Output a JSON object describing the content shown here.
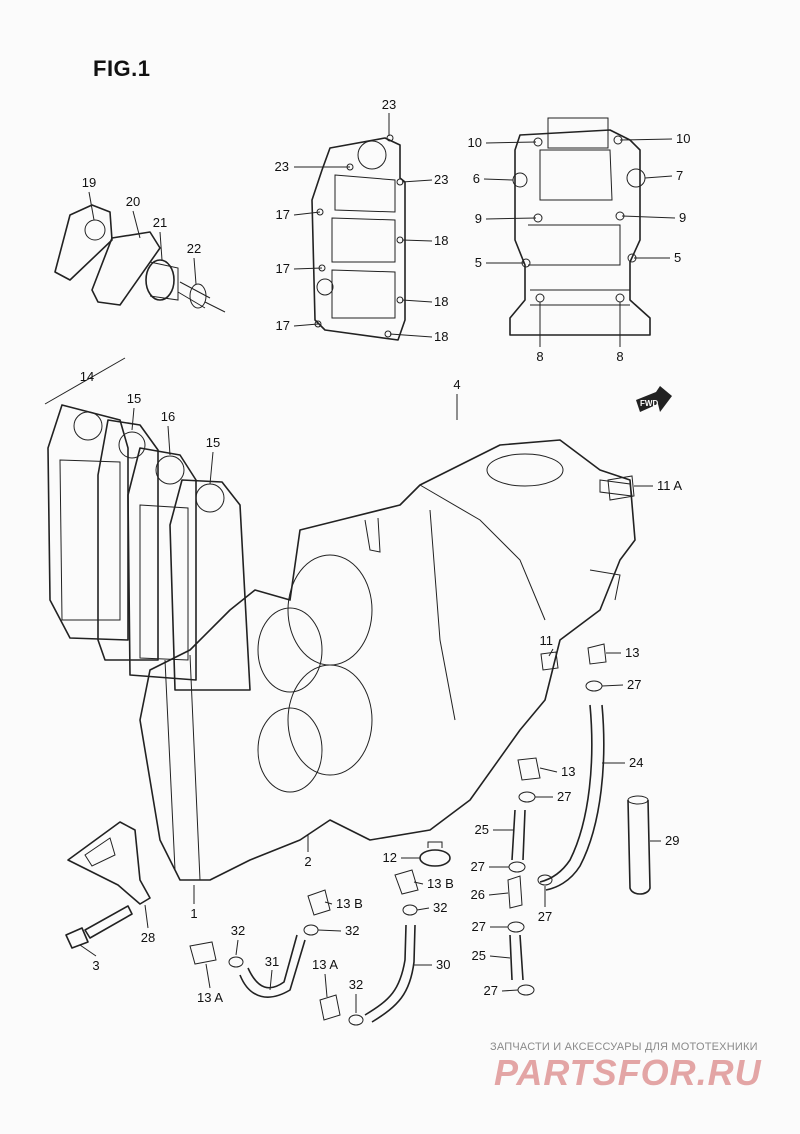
{
  "figure": {
    "title": "FIG.1",
    "fwd_marker": "FWD",
    "callouts": [
      {
        "id": "c23a",
        "text": "23"
      },
      {
        "id": "c23b",
        "text": "23"
      },
      {
        "id": "c23c",
        "text": "23"
      },
      {
        "id": "c17a",
        "text": "17"
      },
      {
        "id": "c17b",
        "text": "17"
      },
      {
        "id": "c17c",
        "text": "17"
      },
      {
        "id": "c18a",
        "text": "18"
      },
      {
        "id": "c18b",
        "text": "18"
      },
      {
        "id": "c18c",
        "text": "18"
      },
      {
        "id": "c19",
        "text": "19"
      },
      {
        "id": "c20",
        "text": "20"
      },
      {
        "id": "c21",
        "text": "21"
      },
      {
        "id": "c22",
        "text": "22"
      },
      {
        "id": "c10a",
        "text": "10"
      },
      {
        "id": "c10b",
        "text": "10"
      },
      {
        "id": "c6",
        "text": "6"
      },
      {
        "id": "c7",
        "text": "7"
      },
      {
        "id": "c9a",
        "text": "9"
      },
      {
        "id": "c9b",
        "text": "9"
      },
      {
        "id": "c5a",
        "text": "5"
      },
      {
        "id": "c5b",
        "text": "5"
      },
      {
        "id": "c8a",
        "text": "8"
      },
      {
        "id": "c8b",
        "text": "8"
      },
      {
        "id": "c14",
        "text": "14"
      },
      {
        "id": "c15a",
        "text": "15"
      },
      {
        "id": "c16",
        "text": "16"
      },
      {
        "id": "c15b",
        "text": "15"
      },
      {
        "id": "c4",
        "text": "4"
      },
      {
        "id": "c11A",
        "text": "11 A"
      },
      {
        "id": "c11",
        "text": "11"
      },
      {
        "id": "c13a",
        "text": "13"
      },
      {
        "id": "c27a",
        "text": "27"
      },
      {
        "id": "c24",
        "text": "24"
      },
      {
        "id": "c13b",
        "text": "13"
      },
      {
        "id": "c27b",
        "text": "27"
      },
      {
        "id": "c25a",
        "text": "25"
      },
      {
        "id": "c29",
        "text": "29"
      },
      {
        "id": "c2",
        "text": "2"
      },
      {
        "id": "c12",
        "text": "12"
      },
      {
        "id": "c27c",
        "text": "27"
      },
      {
        "id": "c13B1",
        "text": "13 B"
      },
      {
        "id": "c26",
        "text": "26"
      },
      {
        "id": "c27d",
        "text": "27"
      },
      {
        "id": "c1",
        "text": "1"
      },
      {
        "id": "c13B2",
        "text": "13 B"
      },
      {
        "id": "c32a",
        "text": "32"
      },
      {
        "id": "c27e",
        "text": "27"
      },
      {
        "id": "c28",
        "text": "28"
      },
      {
        "id": "c32b",
        "text": "32"
      },
      {
        "id": "c32c",
        "text": "32"
      },
      {
        "id": "c25b",
        "text": "25"
      },
      {
        "id": "c3",
        "text": "3"
      },
      {
        "id": "c31",
        "text": "31"
      },
      {
        "id": "c13A1",
        "text": "13 A"
      },
      {
        "id": "c30",
        "text": "30"
      },
      {
        "id": "c27f",
        "text": "27"
      },
      {
        "id": "c13A2",
        "text": "13 A"
      },
      {
        "id": "c32d",
        "text": "32"
      }
    ]
  },
  "watermark": {
    "caption": "ЗАПЧАСТИ И АКСЕССУАРЫ ДЛЯ МОТОТЕХНИКИ",
    "logo": "PARTSFOR.RU",
    "color": "#e3a5a5"
  }
}
